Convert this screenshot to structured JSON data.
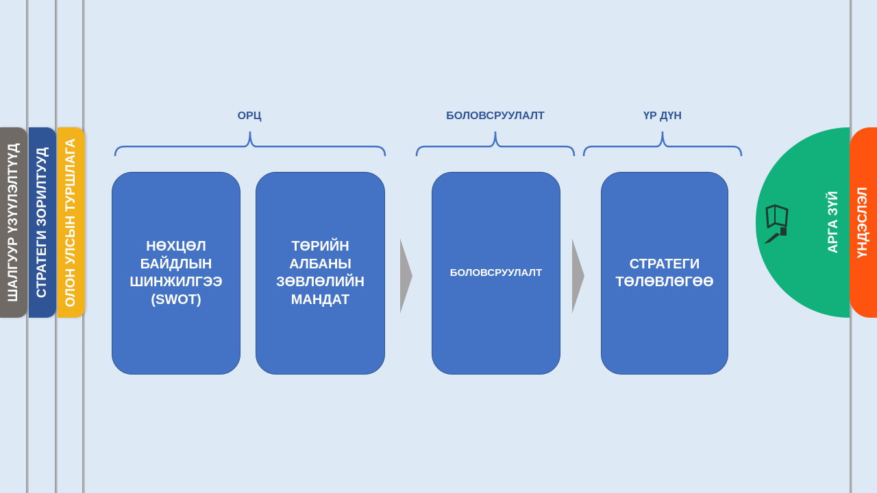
{
  "left_tabs": [
    {
      "label": "ШАЛГУУР ҮЗҮҮЛЭЛТҮҮД",
      "color": "#6f6a66"
    },
    {
      "label": "СТРАТЕГИ ЗОРИЛТУУД",
      "color": "#2f5597"
    },
    {
      "label": "ОЛОН УЛСЫН ТУРШЛАГА",
      "color": "#f2b21b"
    }
  ],
  "right_tabs": [
    {
      "label": "АРГА ЗҮЙ",
      "color": "#12b07a",
      "icon": "book-quill-icon"
    },
    {
      "label": "ҮНДЭСЛЭЛ",
      "color": "#ff5410"
    }
  ],
  "groups": [
    {
      "label": "ОРЦ"
    },
    {
      "label": "БОЛОВСРУУЛАЛТ"
    },
    {
      "label": "ҮР ДҮН"
    }
  ],
  "boxes": [
    {
      "text": "НӨХЦӨЛ\nБАЙДЛЫН\nШИНЖИЛГЭЭ\n(SWOT)"
    },
    {
      "text": "ТӨРИЙН\nАЛБАНЫ\nЗӨВЛӨЛИЙН\nМАНДАТ"
    },
    {
      "text": "БОЛОВСРУУЛАЛТ"
    },
    {
      "text": "СТРАТЕГИ\nТӨЛӨВЛӨГӨӨ"
    }
  ],
  "colors": {
    "background": "#dde9f5",
    "box_fill": "#4472c4",
    "label_text": "#2f5597",
    "arrow": "#a5a5a5"
  }
}
